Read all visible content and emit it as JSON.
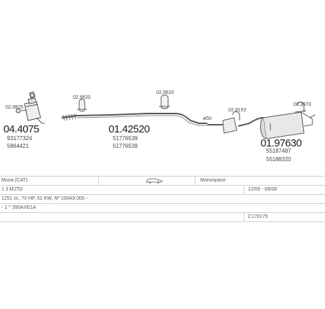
{
  "diagram": {
    "parts": {
      "p1": {
        "main": "04.4075",
        "sub1": "93177324",
        "sub2": "5864421",
        "clamp": "02.9825"
      },
      "p2": {
        "clamp": "02.9620"
      },
      "p3": {
        "main": "01.42520",
        "sub1": "51776539",
        "sub2": "51776539"
      },
      "p4": {
        "clamp": "02.9620"
      },
      "p5": {
        "dia": "ø50"
      },
      "p6": {
        "clamp": "02.8153"
      },
      "p7": {
        "main": "01.97630",
        "sub1": "55187487",
        "sub2": "55188320"
      },
      "p8": {
        "clamp": "02.3670"
      }
    }
  },
  "info": {
    "row1": {
      "model": "Musa (CAT)",
      "note": "Monospace"
    },
    "row2": {
      "engine": "1.3 MJTD",
      "dates": "12/05 - 09/08"
    },
    "row3": {
      "spec": "1251 cc, 70 HP, 51 KW, Nº 100A9.000 -"
    },
    "row4": {
      "code": "- 1 ^ 350AXE1A"
    },
    "row5": {
      "ref": "C170175"
    }
  }
}
